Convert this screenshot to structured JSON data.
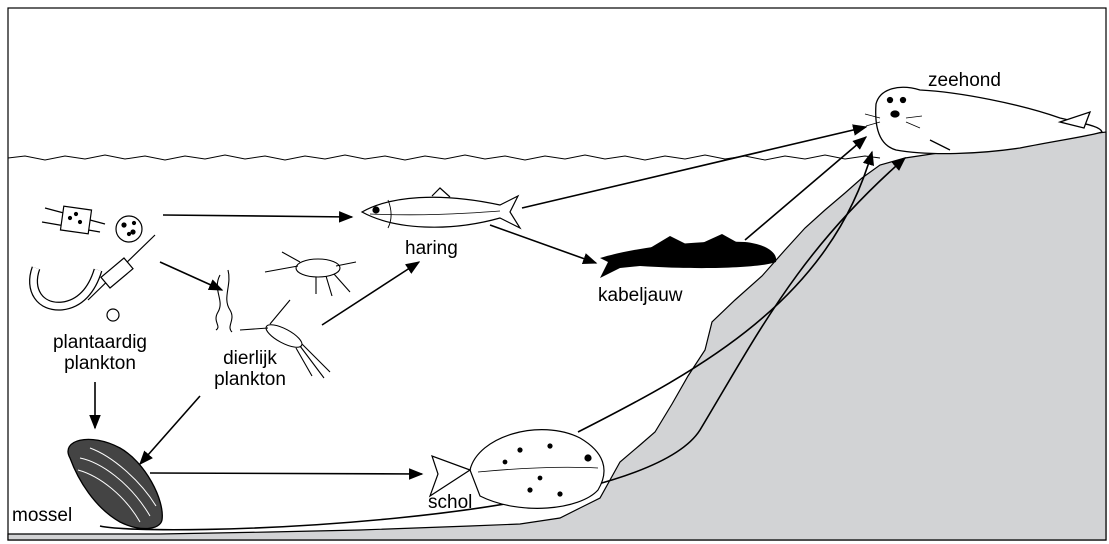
{
  "labels": {
    "zeehond": "zeehond",
    "haring": "haring",
    "kabeljauw": "kabeljauw",
    "plantaardig_line1": "plantaardig",
    "plantaardig_line2": "plankton",
    "dierlijk_line1": "dierlijk",
    "dierlijk_line2": "plankton",
    "mossel": "mossel",
    "schol": "schol"
  },
  "colors": {
    "seabed": "#d2d3d5",
    "ink": "#000000",
    "background": "#ffffff"
  },
  "icons": [
    "phytoplankton-icon",
    "zooplankton-icon",
    "herring-icon",
    "cod-icon",
    "seal-icon",
    "mussel-icon",
    "plaice-icon"
  ]
}
